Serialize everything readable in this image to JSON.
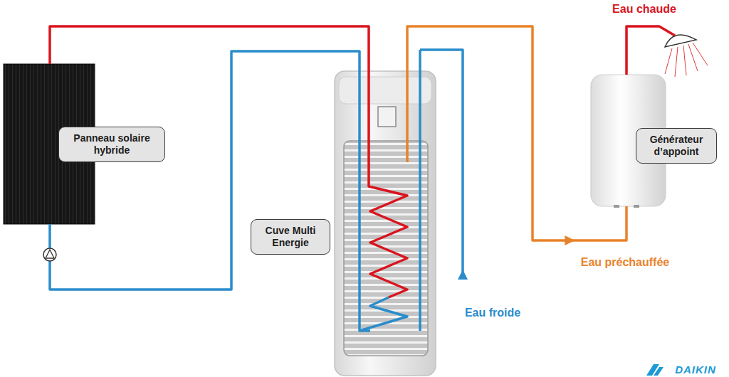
{
  "diagram": {
    "nodes": [
      {
        "text": [
          "Panneau solaire hybride"
        ]
      },
      {
        "text": [
          "Cuve Multi Energie"
        ]
      },
      {
        "text": [
          "Générateur d’appoint"
        ]
      }
    ],
    "edges": [
      {
        "from": 0,
        "to": 1,
        "arrow": "none"
      },
      {
        "from": 1,
        "to": 0,
        "arrow": "none"
      },
      {
        "from": 1,
        "to": 2,
        "arrow": "to",
        "label": "Eau préchauffée"
      }
    ],
    "labels": [
      "Eau chaude",
      "Eau froide",
      "DAIKIN"
    ]
  }
}
